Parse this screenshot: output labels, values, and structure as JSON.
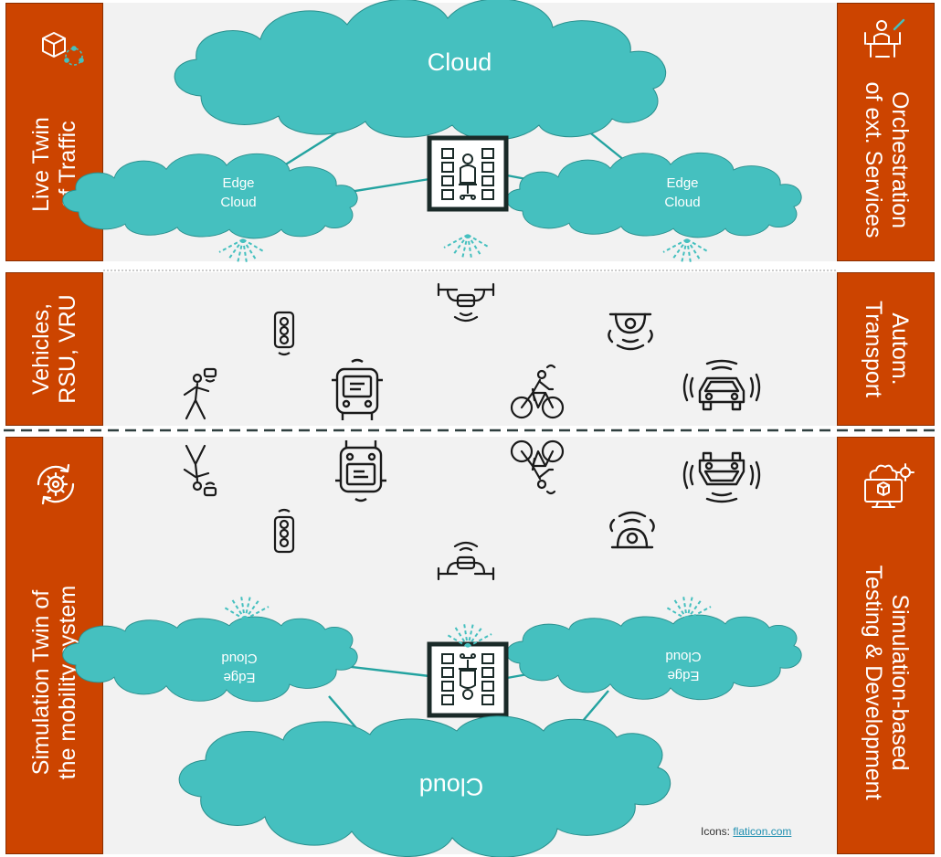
{
  "sidebars": {
    "live_twin": "Live Twin\nof Traffic",
    "orchestration": "Orchestration\nof ext. Services",
    "vehicles": "Vehicles,\nRSU, VRU",
    "autom_transport": "Autom.\nTransport",
    "simulation_twin": "Simulation Twin of\nthe mobility system",
    "simulation_testing": "Simulation-based\nTesting & Development"
  },
  "top": {
    "cloud_label": "Cloud",
    "edge_left_label": [
      "Edge",
      "Cloud"
    ],
    "edge_right_label": [
      "Edge",
      "Cloud"
    ]
  },
  "bottom": {
    "cloud_label": "Cloud",
    "edge_left_label": [
      "Edge",
      "Cloud"
    ],
    "edge_right_label": [
      "Edge",
      "Cloud"
    ]
  },
  "credit": {
    "prefix": "Icons: ",
    "link": "flaticon.com"
  },
  "colors": {
    "sidebar": "#cc4400",
    "cloud": "#45c0bf",
    "panel": "#f2f2f2",
    "line": "#23a3a0",
    "icon": "#1a1a1a"
  },
  "icons": {
    "sidebar_top_left": "package-network-icon",
    "sidebar_top_right": "orchestration-person-icon",
    "sidebar_bottom_left": "gear-cycle-icon",
    "sidebar_bottom_right": "monitor-cloud-gear-icon",
    "hub": "server-controller-icon",
    "vehicles": [
      "traffic-light-icon",
      "drone-icon",
      "roadside-unit-icon",
      "pedestrian-icon",
      "bus-icon",
      "cyclist-icon",
      "car-icon"
    ]
  }
}
